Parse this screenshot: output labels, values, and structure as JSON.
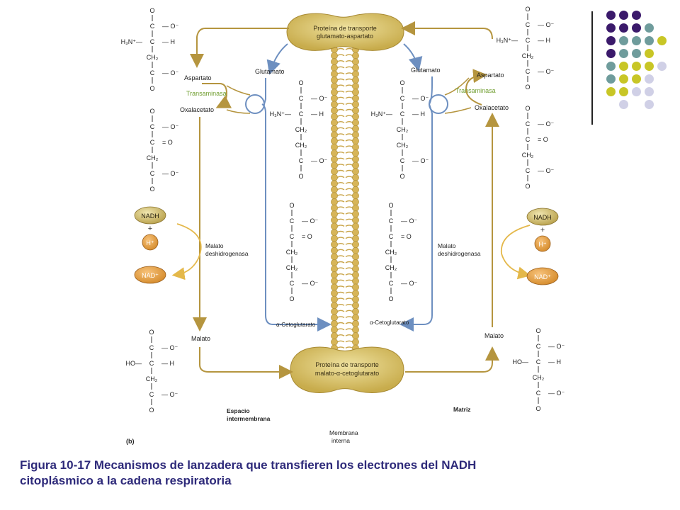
{
  "caption": {
    "text_line1": "Figura 10-17 Mecanismos de lanzadera que transfieren los electrones del NADH",
    "text_line2": "citoplásmico a la cadena respiratoria"
  },
  "figure": {
    "panel_label": "(b)",
    "transporter_top": {
      "line1": "Proteína de transporte",
      "line2": "glutamato-aspartato"
    },
    "transporter_bottom": {
      "line1": "Proteína de transporte",
      "line2": "malato-α-cetoglutarato"
    },
    "left": {
      "aspartato": "Aspartato",
      "transaminasa": "Transaminasa",
      "oxalacetato": "Oxalacetato",
      "glutamato": "Glutamato",
      "alpha_keto": "α-Cetoglutarato",
      "malato_dh_line1": "Malato",
      "malato_dh_line2": "deshidrogenasa",
      "nadh": "NADH",
      "plus": "+",
      "hplus": "H⁺",
      "nadplus": "NAD⁺",
      "malato": "Malato",
      "region_line1": "Espacio",
      "region_line2": "intermembrana"
    },
    "right": {
      "aspartato": "Aspartato",
      "transaminasa": "Transaminasa",
      "oxalacetato": "Oxalacetato",
      "glutamato": "Glutamato",
      "alpha_keto": "α-Cetoglutarato",
      "malato_dh_line1": "Malato",
      "malato_dh_line2": "deshidrogenasa",
      "nadh": "NADH",
      "plus": "+",
      "hplus": "H⁺",
      "nadplus": "NAD⁺",
      "malato": "Malato",
      "region": "Matriz"
    },
    "membrane_line1": "Membrana",
    "membrane_line2": "interna"
  },
  "colors": {
    "accent_arrow_gold": "#b5953f",
    "arrow_blue": "#6d8fc0",
    "transaminasa_green": "#6f9d2e",
    "caption_blue": "#2e2a7a",
    "dot_purple": "#3b1a6b",
    "dot_teal": "#6f9c9c",
    "dot_olive": "#c8c626",
    "dot_lilac": "#d0d0e6"
  }
}
